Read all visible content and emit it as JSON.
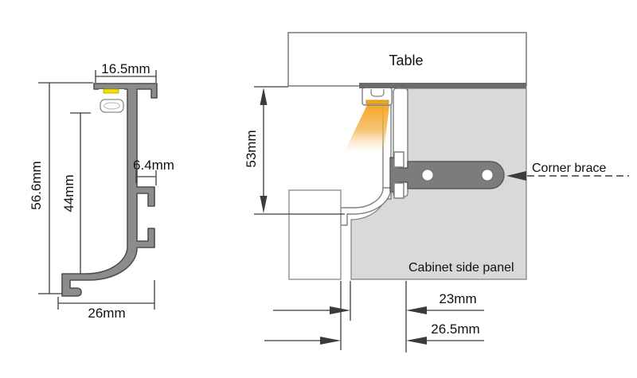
{
  "left_view": {
    "dim_top_width": "16.5mm",
    "dim_total_height": "56.6mm",
    "dim_inner_height": "44mm",
    "dim_hook_depth": "6.4mm",
    "dim_bottom_width": "26mm"
  },
  "right_view": {
    "table_label": "Table",
    "dim_drop_height": "53mm",
    "corner_brace_label": "Corner brace",
    "cabinet_panel_label": "Cabinet side panel",
    "dim_recess_depth": "23mm",
    "dim_overall_depth": "26.5mm"
  },
  "colors": {
    "profile_gray": "#8c8c8c",
    "profile_outline": "#4f4f4f",
    "panel_gray": "#d9d9d9",
    "brace_gray": "#7c7c7c",
    "led_yellow": "#f5e000",
    "glow_orange": "#f6a41d",
    "line_dark": "#3b3b3b",
    "outline_gray": "#7e7e7e"
  }
}
